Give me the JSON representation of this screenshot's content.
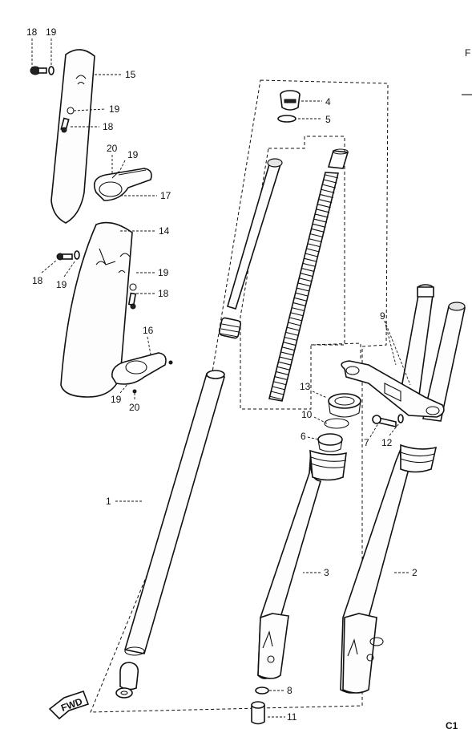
{
  "callouts": {
    "c1": "1",
    "c2": "2",
    "c3": "3",
    "c4": "4",
    "c5": "5",
    "c6": "6",
    "c7": "7",
    "c8": "8",
    "c9": "9",
    "c10": "10",
    "c11": "11",
    "c12": "12",
    "c13": "13",
    "c14": "14",
    "c15": "15",
    "c16": "16",
    "c17": "17",
    "c18a": "18",
    "c19a": "19",
    "c19b": "19",
    "c18b": "18",
    "c20a": "20",
    "c19c": "19",
    "c18c": "18",
    "c19d": "19",
    "c19e": "19",
    "c18d": "18",
    "c19f": "19",
    "c20b": "20"
  },
  "fwd_label": "FWD",
  "edge_marks": {
    "top_right": "F",
    "bottom_right": "C1"
  }
}
